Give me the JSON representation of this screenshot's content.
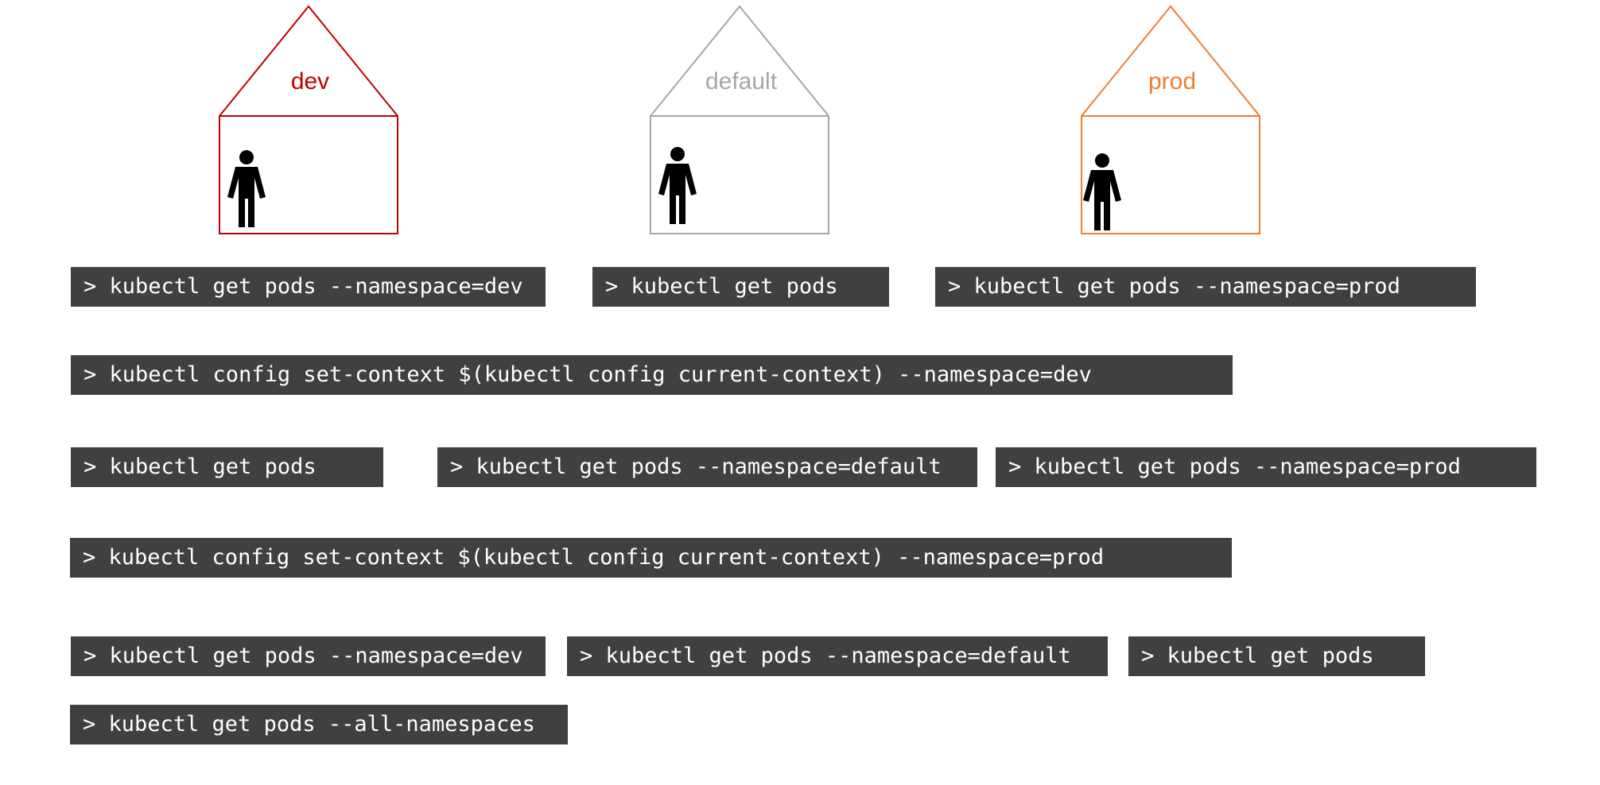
{
  "colors": {
    "dev": "#c00000",
    "default": "#a6a6a6",
    "prod": "#ed7d31",
    "command_bg": "#404040",
    "command_text": "#ffffff",
    "person": "#000000"
  },
  "namespaces": [
    {
      "label": "dev",
      "color": "#c00000",
      "icon": "person-icon"
    },
    {
      "label": "default",
      "color": "#a6a6a6",
      "icon": "person-icon"
    },
    {
      "label": "prod",
      "color": "#ed7d31",
      "icon": "person-icon"
    }
  ],
  "commands": [
    "> kubectl get pods --namespace=dev",
    "> kubectl get pods",
    "> kubectl get pods --namespace=prod",
    "> kubectl config set-context $(kubectl config current-context) --namespace=dev",
    "> kubectl get pods",
    "> kubectl get pods --namespace=default",
    "> kubectl get pods --namespace=prod",
    "> kubectl config set-context $(kubectl config current-context) --namespace=prod",
    "> kubectl get pods --namespace=dev",
    "> kubectl get pods --namespace=default",
    "> kubectl get pods",
    "> kubectl get pods --all-namespaces"
  ]
}
